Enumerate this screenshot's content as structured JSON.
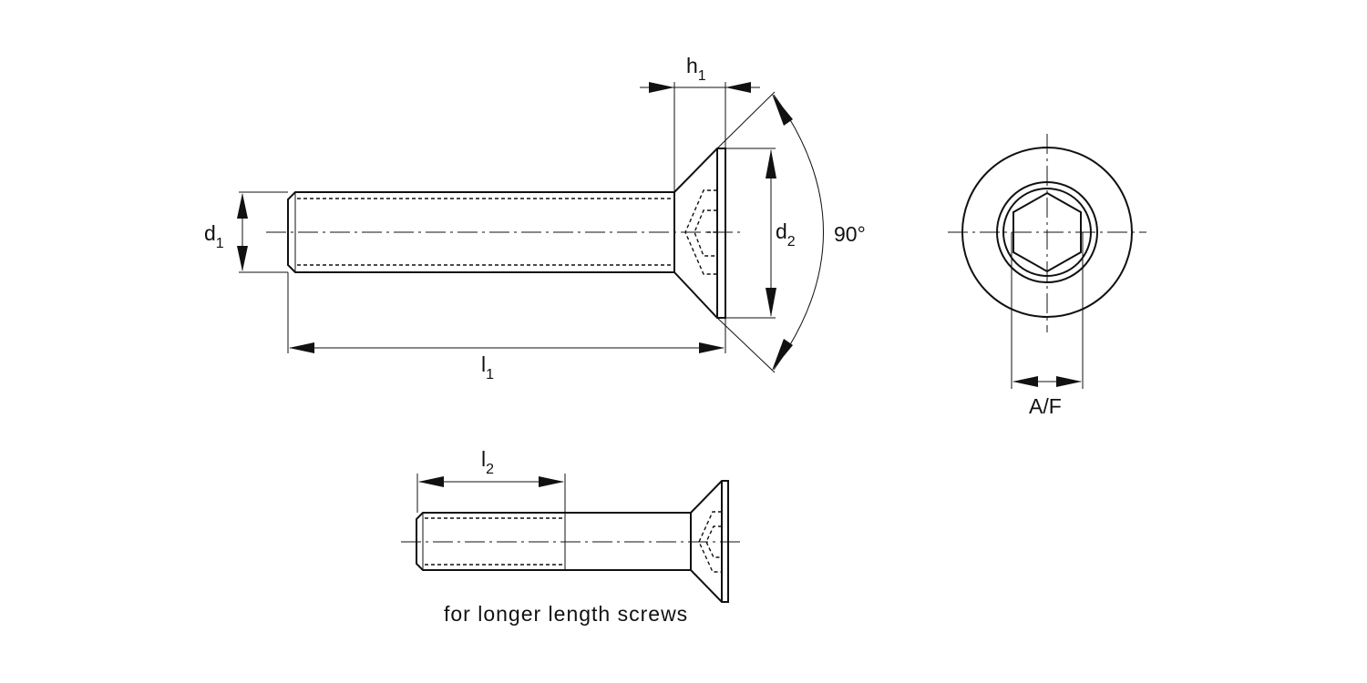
{
  "labels": {
    "d1": {
      "main": "d",
      "sub": "1"
    },
    "d2": {
      "main": "d",
      "sub": "2"
    },
    "h1": {
      "main": "h",
      "sub": "1"
    },
    "l1": {
      "main": "l",
      "sub": "1"
    },
    "l2": {
      "main": "l",
      "sub": "2"
    },
    "angle": "90°",
    "af": "A/F"
  },
  "caption": "for longer length screws"
}
